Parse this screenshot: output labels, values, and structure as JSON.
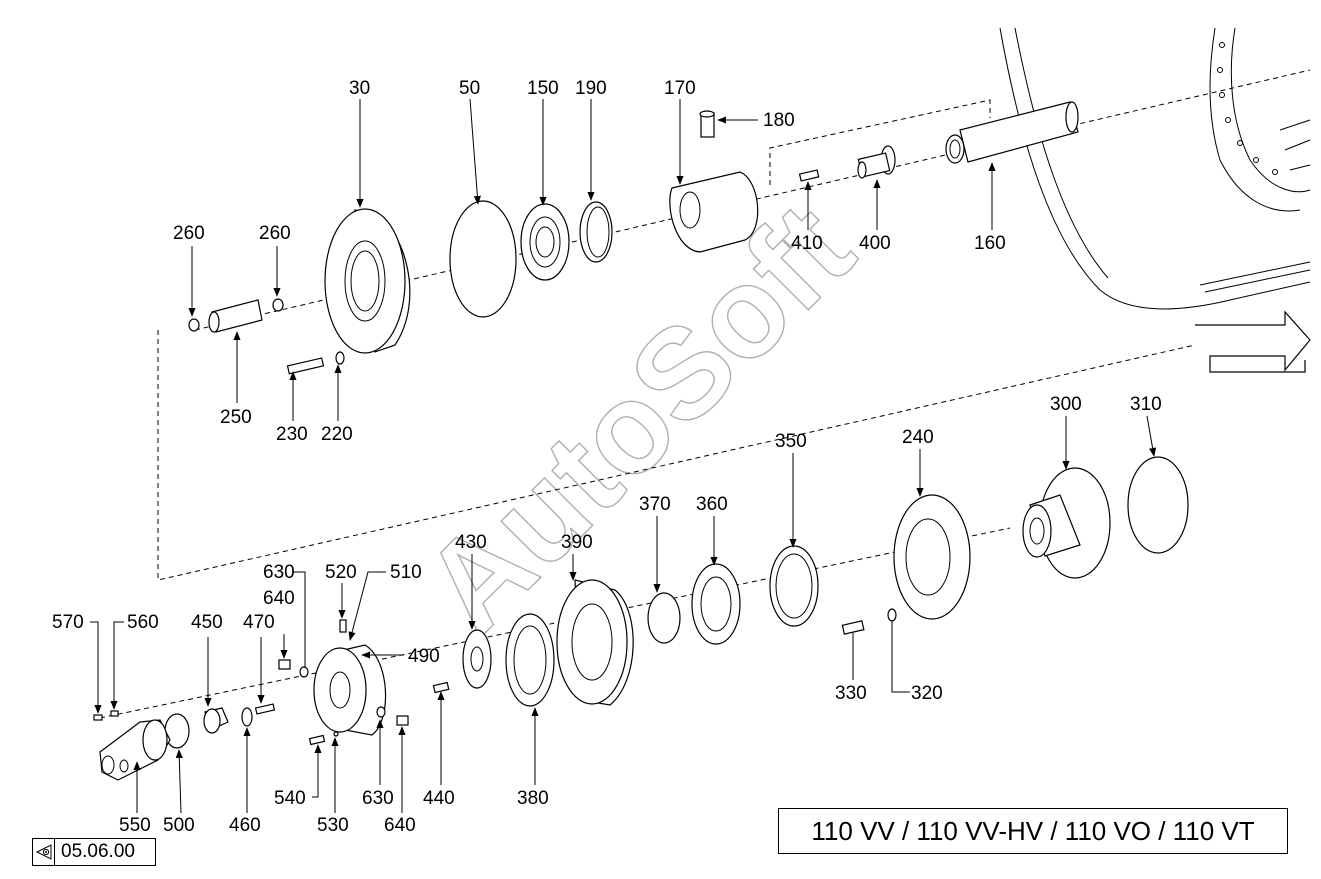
{
  "watermark": "AutoSoft",
  "model_title": "110 VV / 110 VV-HV / 110 VO / 110 VT",
  "page_ref": "05.06.00",
  "icons": {
    "page_ref_icon": "eye-view-icon"
  },
  "labels": [
    {
      "id": "l30",
      "text": "30"
    },
    {
      "id": "l50",
      "text": "50"
    },
    {
      "id": "l150",
      "text": "150"
    },
    {
      "id": "l190",
      "text": "190"
    },
    {
      "id": "l170",
      "text": "170"
    },
    {
      "id": "l180",
      "text": "180"
    },
    {
      "id": "l260a",
      "text": "260"
    },
    {
      "id": "l260b",
      "text": "260"
    },
    {
      "id": "l410",
      "text": "410"
    },
    {
      "id": "l400",
      "text": "400"
    },
    {
      "id": "l160",
      "text": "160"
    },
    {
      "id": "l250",
      "text": "250"
    },
    {
      "id": "l230",
      "text": "230"
    },
    {
      "id": "l220",
      "text": "220"
    },
    {
      "id": "l300",
      "text": "300"
    },
    {
      "id": "l310",
      "text": "310"
    },
    {
      "id": "l240",
      "text": "240"
    },
    {
      "id": "l350",
      "text": "350"
    },
    {
      "id": "l370",
      "text": "370"
    },
    {
      "id": "l360",
      "text": "360"
    },
    {
      "id": "l430",
      "text": "430"
    },
    {
      "id": "l390",
      "text": "390"
    },
    {
      "id": "l630a",
      "text": "630"
    },
    {
      "id": "l520",
      "text": "520"
    },
    {
      "id": "l510",
      "text": "510"
    },
    {
      "id": "l640a",
      "text": "640"
    },
    {
      "id": "l570",
      "text": "570"
    },
    {
      "id": "l560",
      "text": "560"
    },
    {
      "id": "l450",
      "text": "450"
    },
    {
      "id": "l470",
      "text": "470"
    },
    {
      "id": "l490",
      "text": "490"
    },
    {
      "id": "l330",
      "text": "330"
    },
    {
      "id": "l320",
      "text": "320"
    },
    {
      "id": "l550",
      "text": "550"
    },
    {
      "id": "l500",
      "text": "500"
    },
    {
      "id": "l460",
      "text": "460"
    },
    {
      "id": "l540",
      "text": "540"
    },
    {
      "id": "l530",
      "text": "530"
    },
    {
      "id": "l630b",
      "text": "630"
    },
    {
      "id": "l640b",
      "text": "640"
    },
    {
      "id": "l440",
      "text": "440"
    },
    {
      "id": "l380",
      "text": "380"
    }
  ]
}
